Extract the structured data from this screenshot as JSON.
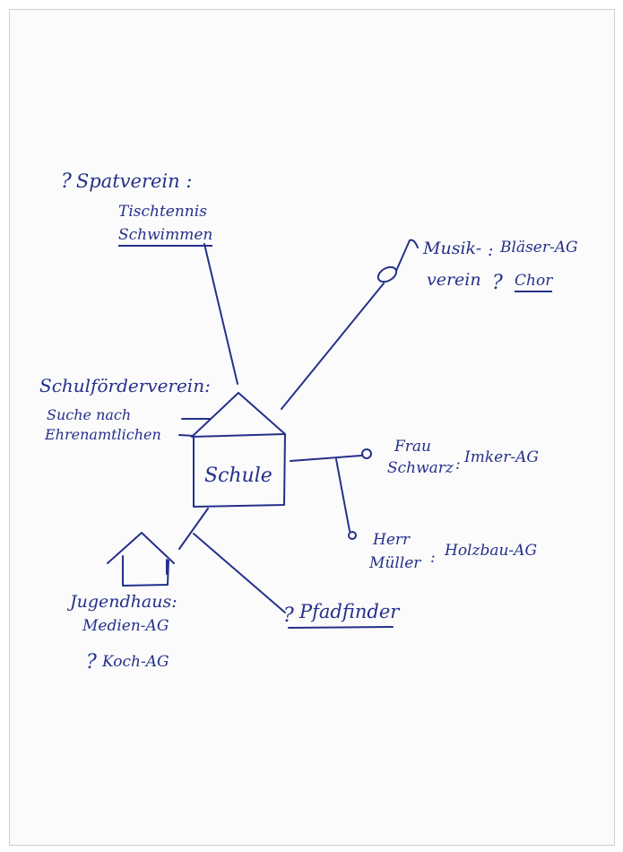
{
  "diagram": {
    "ink_color": "#25308a",
    "center": {
      "label": "Schule"
    },
    "sportverein": {
      "question": "?",
      "title": "Spatverein :",
      "items": [
        "Tischtennis",
        "Schwimmen"
      ]
    },
    "schulfoerderverein": {
      "title": "Schulförderverein:",
      "lines": [
        "Suche nach",
        "Ehrenamtlichen"
      ]
    },
    "musikverein": {
      "title_line1": "Musik-",
      "title_line2": "verein",
      "sep": ":",
      "item1": "Bläser-AG",
      "question": "?",
      "item2": "Chor"
    },
    "frau_schwarz": {
      "line1": "Frau",
      "line2": "Schwarz",
      "sep": ":",
      "item": "Imker-AG"
    },
    "herr_mueller": {
      "line1": "Herr",
      "line2": "Müller",
      "sep": ":",
      "item": "Holzbau-AG"
    },
    "jugendhaus": {
      "title": "Jugendhaus:",
      "item1": "Medien-AG",
      "question": "?",
      "item2": "Koch-AG"
    },
    "pfadfinder": {
      "question": "?",
      "label": "Pfadfinder"
    }
  }
}
